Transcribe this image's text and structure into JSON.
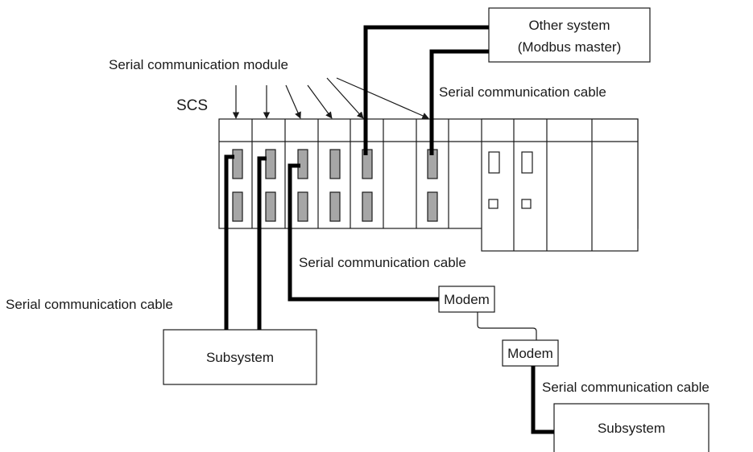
{
  "labels": {
    "module_label": "Serial communication module",
    "scs_label": "SCS",
    "other_system_line1": "Other system",
    "other_system_line2": "(Modbus master)",
    "cable_top_right": "Serial communication cable",
    "cable_middle": "Serial communication cable",
    "cable_left": "Serial communication cable",
    "cable_bottom_right": "Serial communication cable",
    "modem_1": "Modem",
    "modem_2": "Modem",
    "subsystem_left": "Subsystem",
    "subsystem_right": "Subsystem"
  },
  "colors": {
    "port_fill": "#a6a6a6",
    "cable": "#000000",
    "line": "#1a1a1a"
  }
}
